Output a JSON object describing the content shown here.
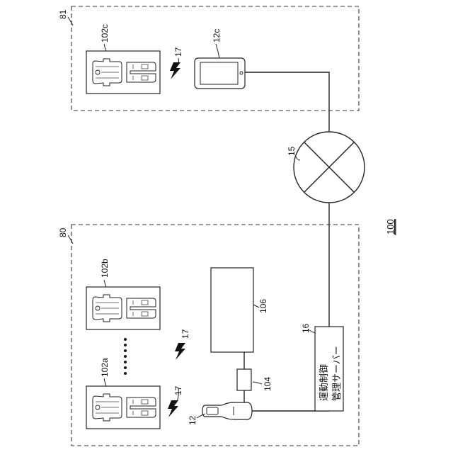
{
  "labels": {
    "system": "100",
    "room_80": "80",
    "room_81": "81",
    "network": "15",
    "server": "16",
    "server_text_line1": "運動制御",
    "server_text_line2": "管理サーバー",
    "terminal": "12",
    "tablet": "12c",
    "adapter": "104",
    "box": "106",
    "wear_a": "102a",
    "wear_b": "102b",
    "wear_c": "102c",
    "wireless_a": "17",
    "wireless_b": "17",
    "wireless_c": "17"
  }
}
